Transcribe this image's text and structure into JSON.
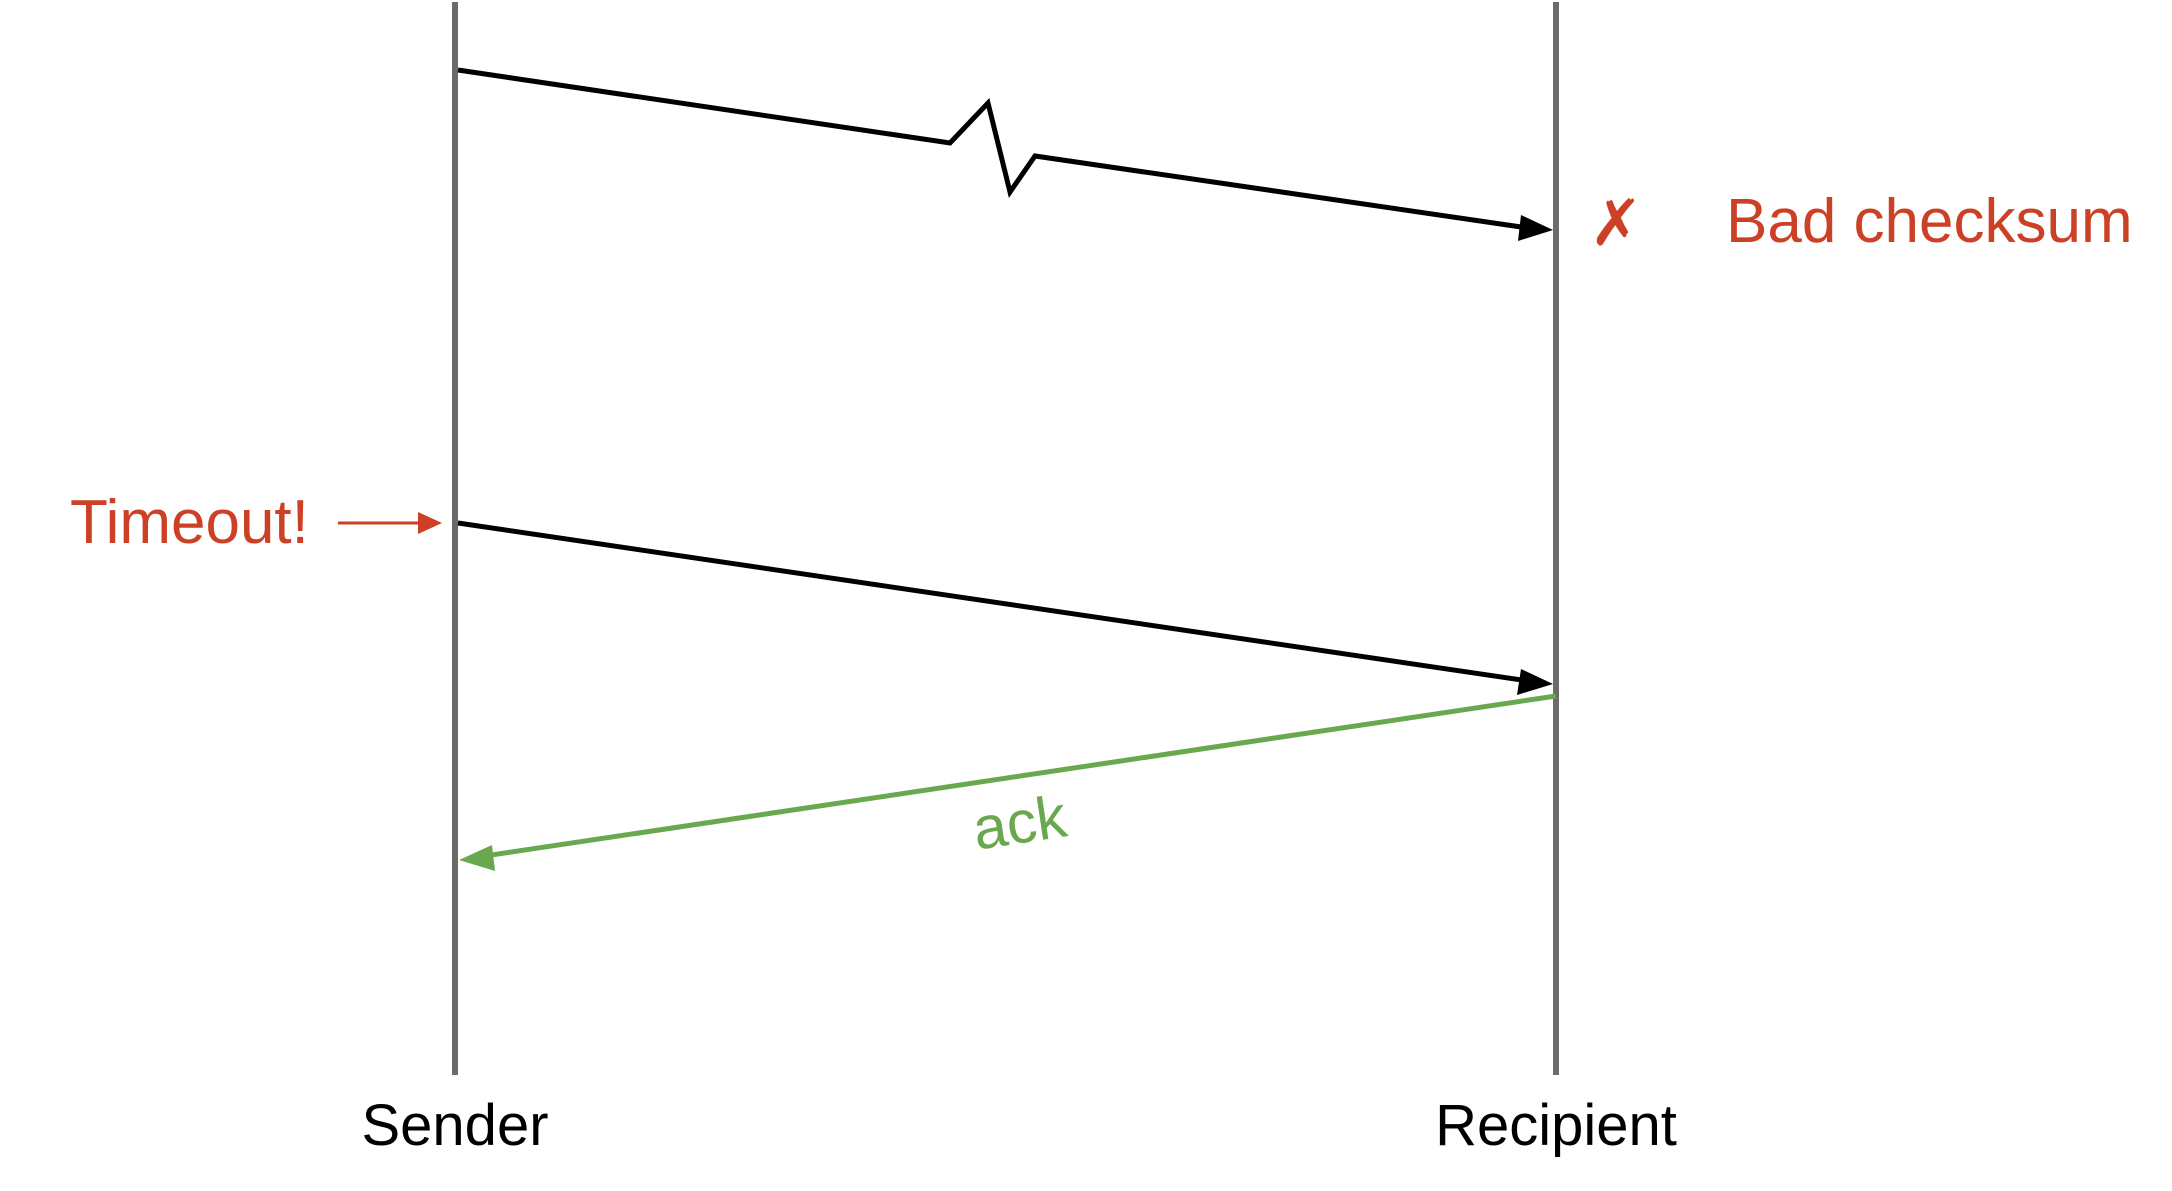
{
  "colors": {
    "lifeline": "#6b6b6b",
    "message": "#000000",
    "error": "#cc4125",
    "ack": "#6aa84f",
    "background": "#ffffff"
  },
  "participants": {
    "sender": "Sender",
    "recipient": "Recipient"
  },
  "events": {
    "timeout": "Timeout!",
    "bad_checksum": "Bad checksum",
    "bad_mark": "✗",
    "ack": "ack"
  },
  "messages": [
    {
      "from": "Sender",
      "to": "Recipient",
      "status": "corrupted"
    },
    {
      "from": "Sender",
      "to": "Recipient",
      "status": "retransmitted"
    },
    {
      "from": "Recipient",
      "to": "Sender",
      "status": "ack"
    }
  ]
}
